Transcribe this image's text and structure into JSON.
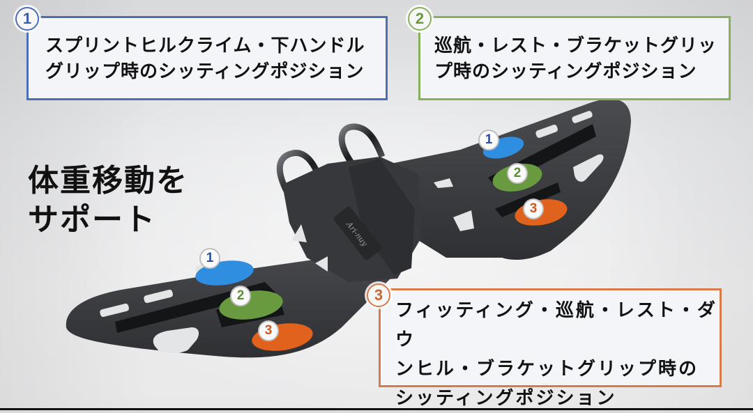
{
  "headline": {
    "line1": "体重移動を",
    "line2": "サポート"
  },
  "callouts": [
    {
      "number": "1",
      "color": "#4a6fb8",
      "text": "スプリントヒルクライム・下ハンドル\nグリップ時のシッティングポジション"
    },
    {
      "number": "2",
      "color": "#86b05a",
      "text": "巡航・レスト・ブラケットグリッ\nプ時のシッティングポジション"
    },
    {
      "number": "3",
      "color": "#d87a48",
      "text": "フィッティング・巡航・レスト・ダウ\nンヒル・ブラケットグリップ時の\nシッティングポジション"
    }
  ],
  "product": {
    "name": "saddle",
    "logo_text": "Ari-nuy",
    "body_color": "#3d3f42",
    "markers": [
      {
        "number": "1",
        "color": "#2f8ee0"
      },
      {
        "number": "2",
        "color": "#6a9a40"
      },
      {
        "number": "3",
        "color": "#e0621c"
      }
    ]
  }
}
